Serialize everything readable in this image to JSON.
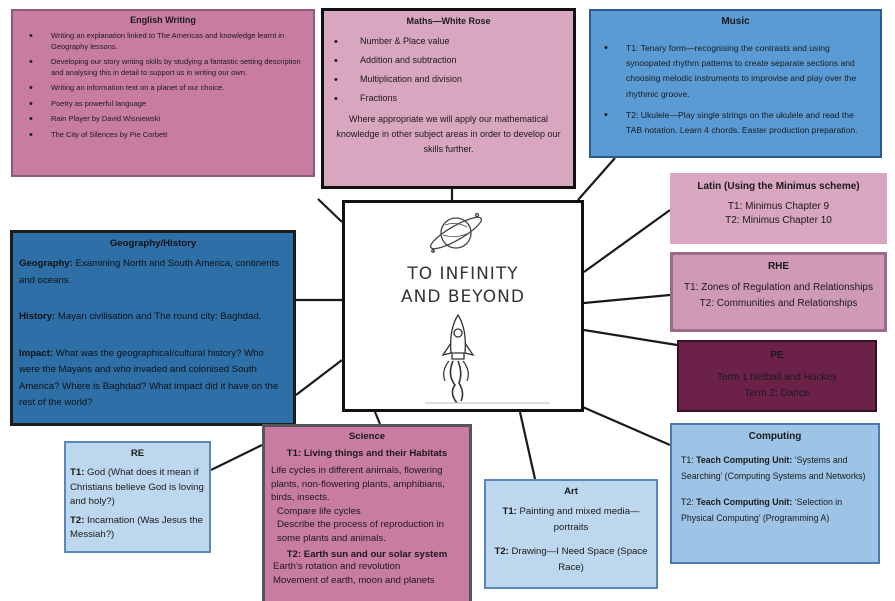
{
  "english": {
    "title": "English Writing",
    "items": [
      "Writing an explanation linked to The Americas and knowledge learnt in Geography lessons.",
      "Developing our story writing skills by studying a fantastic setting description and analysing this in detail to support us in writing our own.",
      "Writing an information text on a planet of our choice.",
      "Poetry  as powerful language",
      "Rain Player by David Wisniewski",
      "The City of Silences by Pie Corbett"
    ]
  },
  "maths": {
    "title": "Maths—White Rose",
    "items": [
      "Number & Place value",
      "Addition and subtraction",
      "Multiplication and division",
      "Fractions"
    ],
    "note": "Where appropriate we will apply our mathematical knowledge in other subject areas in order to develop our skills further."
  },
  "music": {
    "title": "Music",
    "items": [
      "T1: Tenary form—recognising the contrasts and using synoopated rhythm patterns to create separate sections and choosing melodic instruments to improvise and play over the rhythmic groove.",
      "T2: Ukulele—Play single strings on the ukulele and read the TAB notation. Learn 4 chords.  Easter production preparation."
    ]
  },
  "latin": {
    "title": "Latin  (Using the Minimus scheme)",
    "t1": "T1: Minimus Chapter 9",
    "t2": "T2: Minimus Chapter 10"
  },
  "rhe": {
    "title": "RHE",
    "t1": "T1: Zones of Regulation and Relationships",
    "t2": "T2: Communities and Relationships"
  },
  "pe": {
    "title": "PE",
    "t1": "Term 1 Netball and Hockey",
    "t2": "Term 2: Dance"
  },
  "computing": {
    "title": "Computing",
    "t1_label": "T1: ",
    "t1_unit": "Teach Computing Unit:",
    "t1_text": " ‘Systems and Searching’ (Computing Systems and Networks)",
    "t2_label": "T2: ",
    "t2_unit": "Teach Computing Unit:",
    "t2_text": " ‘Selection in Physical Computing’ (Programming A)"
  },
  "geography": {
    "title": "Geography/History",
    "geo_label": "Geography:",
    "geo_text": " Examining North and South America, continents and oceans.",
    "hist_label": "History:",
    "hist_text": " Mayan civilisation and The round city: Baghdad.",
    "impact_label": "Impact:",
    "impact_text": " What was the geographical/cultural history? Who were the Mayans and who invaded and colonised South America? Where is Baghdad?  What impact did it have on the rest of the world?"
  },
  "re": {
    "title": "RE",
    "t1_label": "T1:",
    "t1_text": "   God (What does it mean if Christians believe God is loving and holy?)",
    "t2_label": "T2:",
    "t2_text": "  Incarnation (Was Jesus the Messiah?)"
  },
  "science": {
    "title": "Science",
    "t1_heading": "T1: Living things and their Habitats",
    "t1_lines": [
      "Life cycles in different animals, flowering plants, non-flowering plants, amphibians, birds, insects.",
      "Compare life cycles",
      "Describe the process of reproduction in some plants and animals."
    ],
    "t2_heading": "T2: Earth sun and our solar system",
    "t2_lines": [
      "Earth’s rotation and revolution",
      "Movement of earth, moon and planets"
    ]
  },
  "art": {
    "title": "Art",
    "t1_label": "T1:",
    "t1_text": " Painting and mixed media—portraits",
    "t2_label": "T2:",
    "t2_text": " Drawing—I Need Space (Space Race)"
  },
  "center": {
    "title_line1": "TO INFINITY",
    "title_line2": "AND BEYOND"
  }
}
